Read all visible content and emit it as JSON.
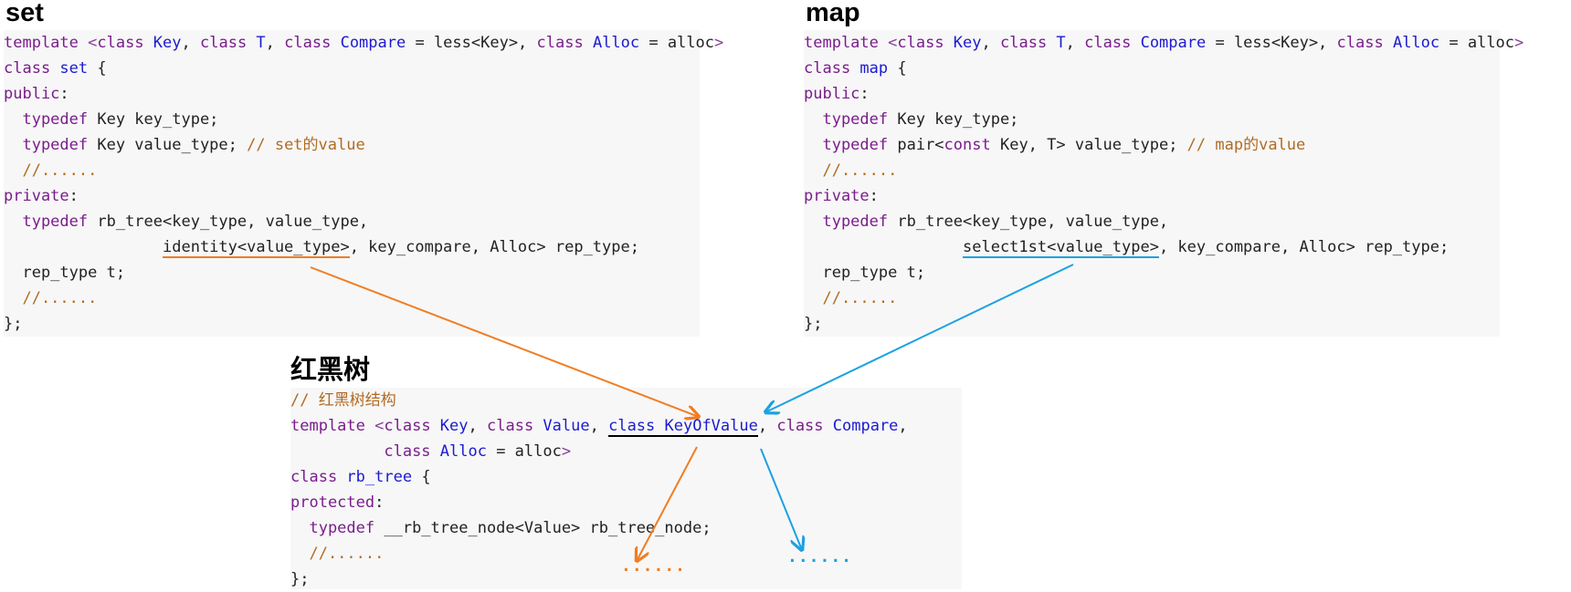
{
  "set": {
    "title": "set",
    "lines": [
      [
        {
          "t": "template ",
          "c": "kw"
        },
        {
          "t": "<",
          "c": "op"
        },
        {
          "t": "class ",
          "c": "kw"
        },
        {
          "t": "Key",
          "c": "ty"
        },
        {
          "t": ", ",
          "c": "plain"
        },
        {
          "t": "class ",
          "c": "kw"
        },
        {
          "t": "T",
          "c": "ty"
        },
        {
          "t": ", ",
          "c": "plain"
        },
        {
          "t": "class ",
          "c": "kw"
        },
        {
          "t": "Compare",
          "c": "ty"
        },
        {
          "t": " = less<Key>, ",
          "c": "plain"
        },
        {
          "t": "class ",
          "c": "kw"
        },
        {
          "t": "Alloc",
          "c": "ty"
        },
        {
          "t": " = alloc",
          "c": "plain"
        },
        {
          "t": ">",
          "c": "op"
        }
      ],
      [
        {
          "t": "class ",
          "c": "kw"
        },
        {
          "t": "set",
          "c": "ty"
        },
        {
          "t": " {",
          "c": "plain"
        }
      ],
      [
        {
          "t": "public",
          "c": "kw"
        },
        {
          "t": ":",
          "c": "plain"
        }
      ],
      [
        {
          "t": "  typedef ",
          "c": "kw"
        },
        {
          "t": "Key key_type;",
          "c": "plain"
        }
      ],
      [
        {
          "t": "  typedef ",
          "c": "kw"
        },
        {
          "t": "Key value_type; ",
          "c": "plain"
        },
        {
          "t": "// set的value",
          "c": "cm"
        }
      ],
      [
        {
          "t": "  //......",
          "c": "cm"
        }
      ],
      [
        {
          "t": "private",
          "c": "kw"
        },
        {
          "t": ":",
          "c": "plain"
        }
      ],
      [
        {
          "t": "  typedef ",
          "c": "kw"
        },
        {
          "t": "rb_tree<key_type, value_type,",
          "c": "plain"
        }
      ],
      [
        {
          "t": "                 ",
          "c": "plain"
        },
        {
          "t": "identity<value_type>",
          "c": "plain",
          "u": "hl-orange"
        },
        {
          "t": ", key_compare, Alloc> rep_type;",
          "c": "plain"
        }
      ],
      [
        {
          "t": "  rep_type t;",
          "c": "plain"
        }
      ],
      [
        {
          "t": "  //......",
          "c": "cm"
        }
      ],
      [
        {
          "t": "};",
          "c": "plain"
        }
      ]
    ]
  },
  "map": {
    "title": "map",
    "lines": [
      [
        {
          "t": "template ",
          "c": "kw"
        },
        {
          "t": "<",
          "c": "op"
        },
        {
          "t": "class ",
          "c": "kw"
        },
        {
          "t": "Key",
          "c": "ty"
        },
        {
          "t": ", ",
          "c": "plain"
        },
        {
          "t": "class ",
          "c": "kw"
        },
        {
          "t": "T",
          "c": "ty"
        },
        {
          "t": ", ",
          "c": "plain"
        },
        {
          "t": "class ",
          "c": "kw"
        },
        {
          "t": "Compare",
          "c": "ty"
        },
        {
          "t": " = less<Key>, ",
          "c": "plain"
        },
        {
          "t": "class ",
          "c": "kw"
        },
        {
          "t": "Alloc",
          "c": "ty"
        },
        {
          "t": " = alloc",
          "c": "plain"
        },
        {
          "t": ">",
          "c": "op"
        }
      ],
      [
        {
          "t": "class ",
          "c": "kw"
        },
        {
          "t": "map",
          "c": "ty"
        },
        {
          "t": " {",
          "c": "plain"
        }
      ],
      [
        {
          "t": "public",
          "c": "kw"
        },
        {
          "t": ":",
          "c": "plain"
        }
      ],
      [
        {
          "t": "  typedef ",
          "c": "kw"
        },
        {
          "t": "Key key_type;",
          "c": "plain"
        }
      ],
      [
        {
          "t": "  typedef ",
          "c": "kw"
        },
        {
          "t": "pair<",
          "c": "plain"
        },
        {
          "t": "const ",
          "c": "kw"
        },
        {
          "t": "Key, T> value_type; ",
          "c": "plain"
        },
        {
          "t": "// map的value",
          "c": "cm"
        }
      ],
      [
        {
          "t": "  //......",
          "c": "cm"
        }
      ],
      [
        {
          "t": "private",
          "c": "kw"
        },
        {
          "t": ":",
          "c": "plain"
        }
      ],
      [
        {
          "t": "  typedef ",
          "c": "kw"
        },
        {
          "t": "rb_tree<key_type, value_type,",
          "c": "plain"
        }
      ],
      [
        {
          "t": "                 ",
          "c": "plain"
        },
        {
          "t": "select1st<value_type>",
          "c": "plain",
          "u": "hl-blue"
        },
        {
          "t": ", key_compare, Alloc> rep_type;",
          "c": "plain"
        }
      ],
      [
        {
          "t": "  rep_type t;",
          "c": "plain"
        }
      ],
      [
        {
          "t": "  //......",
          "c": "cm"
        }
      ],
      [
        {
          "t": "};",
          "c": "plain"
        }
      ]
    ]
  },
  "rbtree": {
    "title": "红黑树",
    "lines": [
      [
        {
          "t": "// 红黑树结构",
          "c": "cm"
        }
      ],
      [
        {
          "t": "template ",
          "c": "kw"
        },
        {
          "t": "<",
          "c": "op"
        },
        {
          "t": "class ",
          "c": "kw"
        },
        {
          "t": "Key",
          "c": "ty"
        },
        {
          "t": ", ",
          "c": "plain"
        },
        {
          "t": "class ",
          "c": "kw"
        },
        {
          "t": "Value",
          "c": "ty"
        },
        {
          "t": ", ",
          "c": "plain"
        },
        {
          "t": "class KeyOfValue",
          "c": "ty",
          "u": "hl-black"
        },
        {
          "t": ", ",
          "c": "plain"
        },
        {
          "t": "class ",
          "c": "kw"
        },
        {
          "t": "Compare",
          "c": "ty"
        },
        {
          "t": ",",
          "c": "plain"
        }
      ],
      [
        {
          "t": "          ",
          "c": "plain"
        },
        {
          "t": "class ",
          "c": "kw"
        },
        {
          "t": "Alloc",
          "c": "ty"
        },
        {
          "t": " = alloc",
          "c": "plain"
        },
        {
          "t": ">",
          "c": "op"
        }
      ],
      [
        {
          "t": "class ",
          "c": "kw"
        },
        {
          "t": "rb_tree",
          "c": "ty"
        },
        {
          "t": " {",
          "c": "plain"
        }
      ],
      [
        {
          "t": "protected",
          "c": "kw"
        },
        {
          "t": ":",
          "c": "plain"
        }
      ],
      [
        {
          "t": "  typedef ",
          "c": "kw"
        },
        {
          "t": "__rb_tree_node<Value> rb_tree_node;",
          "c": "plain"
        }
      ],
      [
        {
          "t": "  //......",
          "c": "cm"
        }
      ],
      [
        {
          "t": "};",
          "c": "plain"
        }
      ]
    ]
  },
  "dots": {
    "orange": "......",
    "blue": "......"
  },
  "colors": {
    "orange": "#f07d22",
    "blue": "#1ba1e2",
    "keyword": "#7a1d8c",
    "type": "#1b1bd0",
    "comment": "#b06b24"
  }
}
